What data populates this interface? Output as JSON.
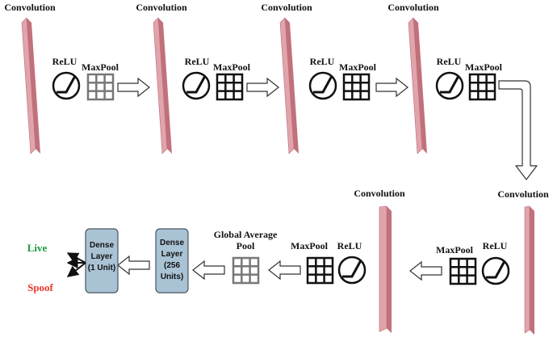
{
  "top_row": {
    "convolution_labels": [
      "Convolution",
      "Convolution",
      "Convolution",
      "Convolution"
    ],
    "relu_labels": [
      "ReLU",
      "ReLU",
      "ReLU",
      "ReLU"
    ],
    "maxpool_labels": [
      "MaxPool",
      "MaxPool",
      "MaxPool",
      "MaxPool"
    ]
  },
  "bottom_row": {
    "convolution_labels": [
      "Convolution",
      "Convolution"
    ],
    "relu_labels": [
      "ReLU",
      "ReLU"
    ],
    "maxpool_labels": [
      "MaxPool",
      "MaxPool"
    ],
    "global_average_pool": [
      "Global Average",
      "Pool"
    ],
    "dense_256": [
      "Dense",
      "Layer",
      "(256",
      "Units)"
    ],
    "dense_1": [
      "Dense",
      "Layer",
      "(1 Unit)"
    ]
  },
  "outputs": {
    "live": "Live",
    "spoof": "Spoof"
  },
  "colors": {
    "conv_layer": "#e2a4ac",
    "conv_layer_edge": "#b86b76",
    "dense_box": "#a9c3d4",
    "live": "#1a9a3c",
    "spoof": "#e8372e",
    "pool_first": "#777777",
    "pool": "#111111"
  }
}
